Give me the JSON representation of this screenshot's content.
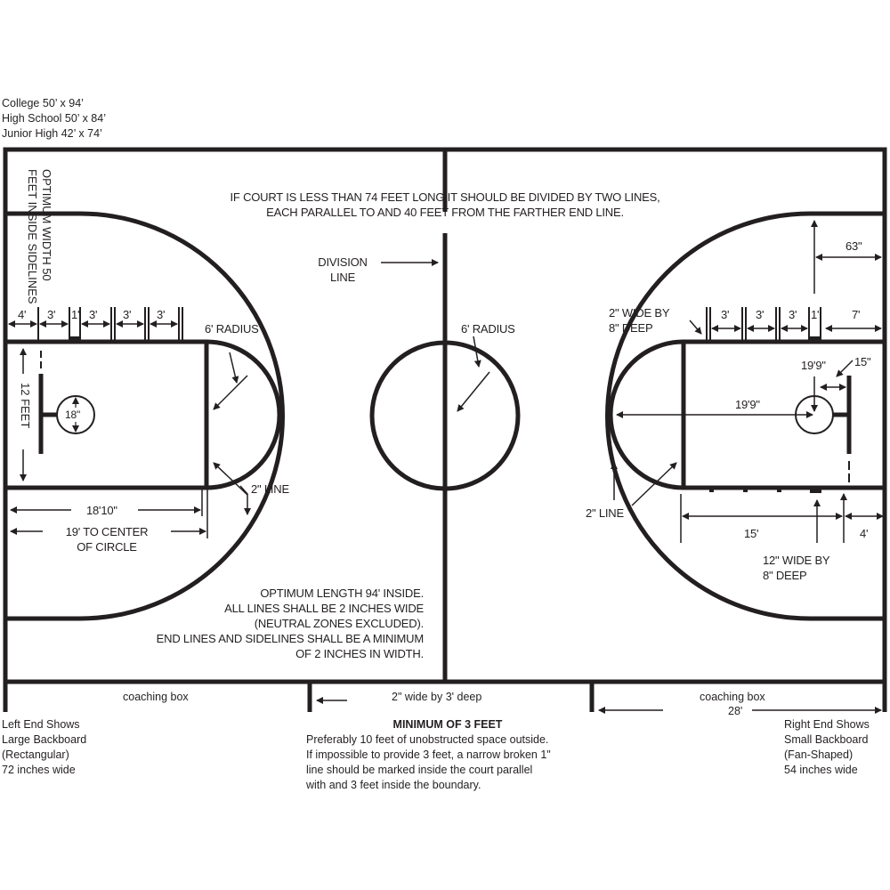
{
  "court_sizes": [
    "College 50’ x 94’",
    "High School 50’ x 84’",
    "Junior High 42’ x 74’"
  ],
  "notes": {
    "top_line1": "IF COURT IS LESS THAN 74 FEET LONG IT SHOULD BE DIVIDED BY TWO LINES,",
    "top_line2": "EACH PARALLEL TO AND 40 FEET FROM THE FARTHER END LINE.",
    "width_line1": "OPTIMUM WIDTH 50",
    "width_line2": "FEET INSIDE SIDELINES",
    "division_line1": "DIVISION",
    "division_line2": "LINE",
    "length_lines": [
      "OPTIMUM LENGTH 94' INSIDE.",
      "ALL LINES SHALL BE 2 INCHES WIDE",
      "(NEUTRAL ZONES EXCLUDED).",
      "END LINES AND SIDELINES SHALL BE A MINIMUM",
      "OF 2 INCHES IN WIDTH."
    ]
  },
  "left_end": {
    "lane_spaces": [
      "4'",
      "3'",
      "1'",
      "3'",
      "3'",
      "3'"
    ],
    "radius_label": "6' RADIUS",
    "lane_width_label": "12 FEET",
    "rim_label": "18\"",
    "two_inch_line": "2\" LINE",
    "free_throw_dist": "18'10\"",
    "circle_center_line1": "19' TO CENTER",
    "circle_center_line2": "OF CIRCLE",
    "caption": [
      "Left End Shows",
      "Large Backboard",
      "(Rectangular)",
      "72 inches wide"
    ]
  },
  "center": {
    "radius_label": "6' RADIUS"
  },
  "right_end": {
    "three_point_offset": "63\"",
    "hash_label_line1": "2\" WIDE BY",
    "hash_label_line2": "8\" DEEP",
    "lane_spaces": [
      "3'",
      "3'",
      "3'",
      "1'",
      "7'"
    ],
    "three_point_radius": "19'9\"",
    "three_point_radius_top": "19'9\"",
    "backboard_offset": "15\"",
    "two_inch_line": "2\" LINE",
    "dist_15": "15'",
    "dist_4": "4'",
    "block_label_line1": "12\" WIDE BY",
    "block_label_line2": "8\" DEEP",
    "caption": [
      "Right End Shows",
      "Small Backboard",
      "(Fan-Shaped)",
      "54 inches wide"
    ]
  },
  "sideline": {
    "coaching_box_left": "coaching box",
    "mark_label": "2\" wide by 3' deep",
    "coaching_box_right": "coaching box",
    "coaching_box_length": "28'"
  },
  "out_of_bounds": {
    "title": "MINIMUM OF 3 FEET",
    "lines": [
      "Preferably 10 feet of unobstructed space outside.",
      "If impossible to provide 3 feet, a narrow broken 1\"",
      "line should be marked inside the court parallel",
      "with and 3 feet inside the boundary."
    ]
  },
  "colors": {
    "line": "#231f20",
    "background": "#ffffff"
  }
}
